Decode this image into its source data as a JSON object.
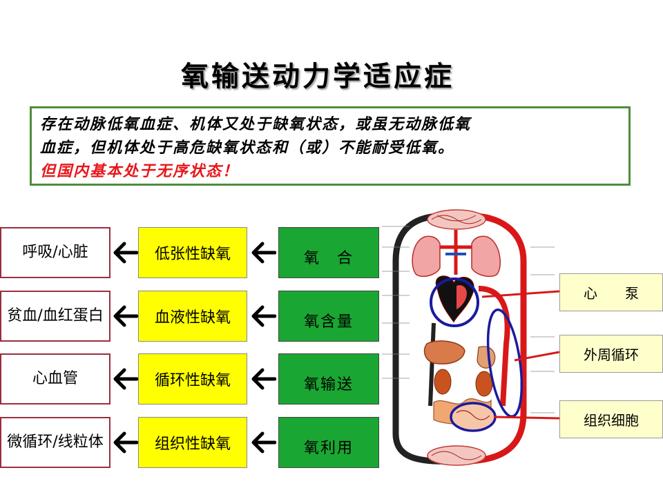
{
  "title": "氧输送动力学适应症",
  "definition": {
    "line1": "存在动脉低氧血症、机体又处于缺氧状态，或虽无动脉低氧",
    "line2": "血症，但机体处于高危缺氧状态和（或）不能耐受低氧。",
    "line3": "但国内基本处于无序状态！"
  },
  "rows": [
    {
      "condition": "呼吸/心脏",
      "hypoxia": "低张性缺氧",
      "oxygen": "氧　合"
    },
    {
      "condition": "贫血/血红蛋白",
      "hypoxia": "血液性缺氧",
      "oxygen": "氧含量"
    },
    {
      "condition": "心血管",
      "hypoxia": "循环性缺氧",
      "oxygen": "氧输送"
    },
    {
      "condition": "微循环/线粒体",
      "hypoxia": "组织性缺氧",
      "oxygen": "氧利用"
    }
  ],
  "labels": {
    "pump": "心　　泵",
    "peripheral": "外周循环",
    "cells": "组织细胞"
  },
  "colors": {
    "frame_green": "#4e8d3c",
    "alert_red": "#e8161b",
    "hypoxia_yellow": "#ffff00",
    "oxygen_green": "#1aa632",
    "condition_border": "#9a2d3e",
    "label_bg": "#ffffcc"
  }
}
